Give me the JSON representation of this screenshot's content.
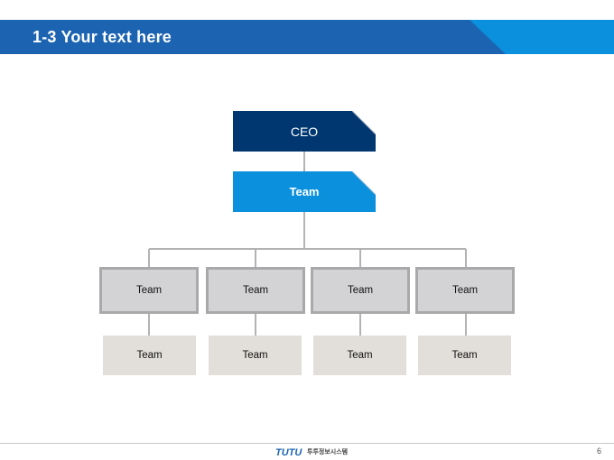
{
  "slide": {
    "title": "1-3 Your text here",
    "page_number": "6"
  },
  "org_chart": {
    "ceo": "CEO",
    "team_main": "Team",
    "teams_level_2": [
      "Team",
      "Team",
      "Team",
      "Team"
    ],
    "teams_level_3": [
      "Team",
      "Team",
      "Team",
      "Team"
    ]
  },
  "footer": {
    "logo_text": "TUTU",
    "company_name": "투투정보시스템"
  },
  "colors": {
    "title_bar": "#1c64b1",
    "title_accent": "#0a90dc",
    "ceo_box": "#003770",
    "team_main_box": "#0a90dc",
    "level2_box": "#d3d3d5",
    "level2_border": "#a9a9ab",
    "level3_box": "#e2dfda",
    "connector": "#b3b3b3"
  }
}
